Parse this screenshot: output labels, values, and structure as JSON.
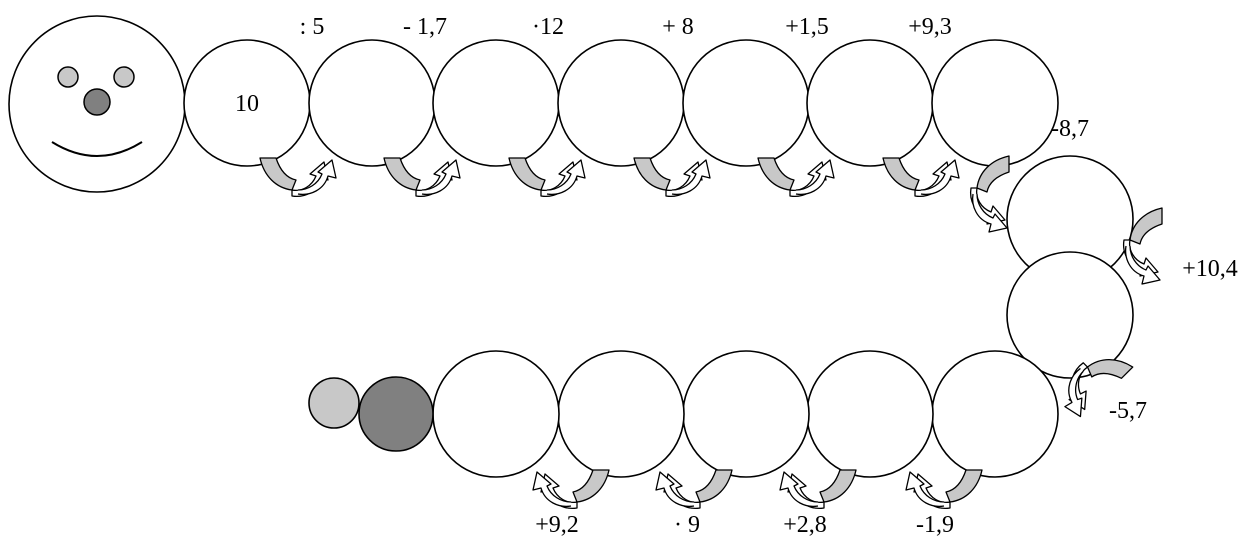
{
  "start_value": "10",
  "operations": {
    "top": [
      ": 5",
      "- 1,7",
      "·12",
      "+ 8",
      "+1,5",
      "+9,3"
    ],
    "right": [
      "-8,7",
      "+10,4",
      "-5,7"
    ],
    "bottom": [
      "-1,9",
      "+2,8",
      "· 9",
      "+9,2"
    ]
  },
  "colors": {
    "segment_fill": "#ffffff",
    "outline": "#000000",
    "eye_fill": "#c8c8c8",
    "nose_fill": "#808080",
    "arrow_shade": "#c8c8c8",
    "tail_dark": "#808080",
    "tail_light": "#c8c8c8"
  }
}
